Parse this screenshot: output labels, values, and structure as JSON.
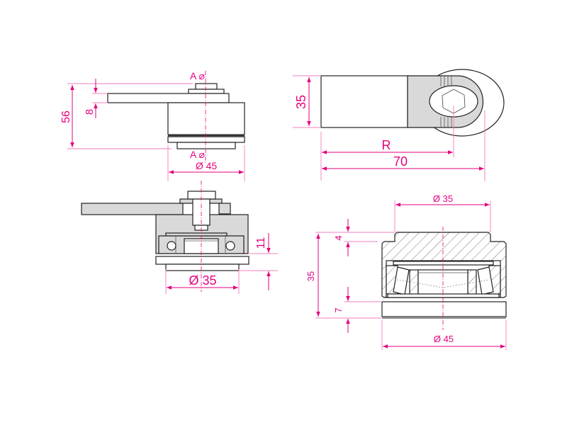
{
  "colors": {
    "dimension": "#e6007e",
    "part_fill": "#d9d9d9",
    "outline": "#222222"
  },
  "views": {
    "side_view": {
      "section_mark_top": "A ⌀",
      "section_mark_bottom": "A ⌀",
      "dim_height": "56",
      "dim_arm": "8",
      "dim_diameter": "Ø 45"
    },
    "top_view": {
      "dim_width": "35",
      "dim_radius": "R",
      "dim_length": "70"
    },
    "section_view_left": {
      "dim_height": "11",
      "dim_diameter": "Ø 35"
    },
    "section_view_right": {
      "dim_top_diameter": "Ø 35",
      "dim_height": "35",
      "dim_step": "4",
      "dim_base": "7",
      "dim_bottom_diameter": "Ø 45"
    }
  }
}
